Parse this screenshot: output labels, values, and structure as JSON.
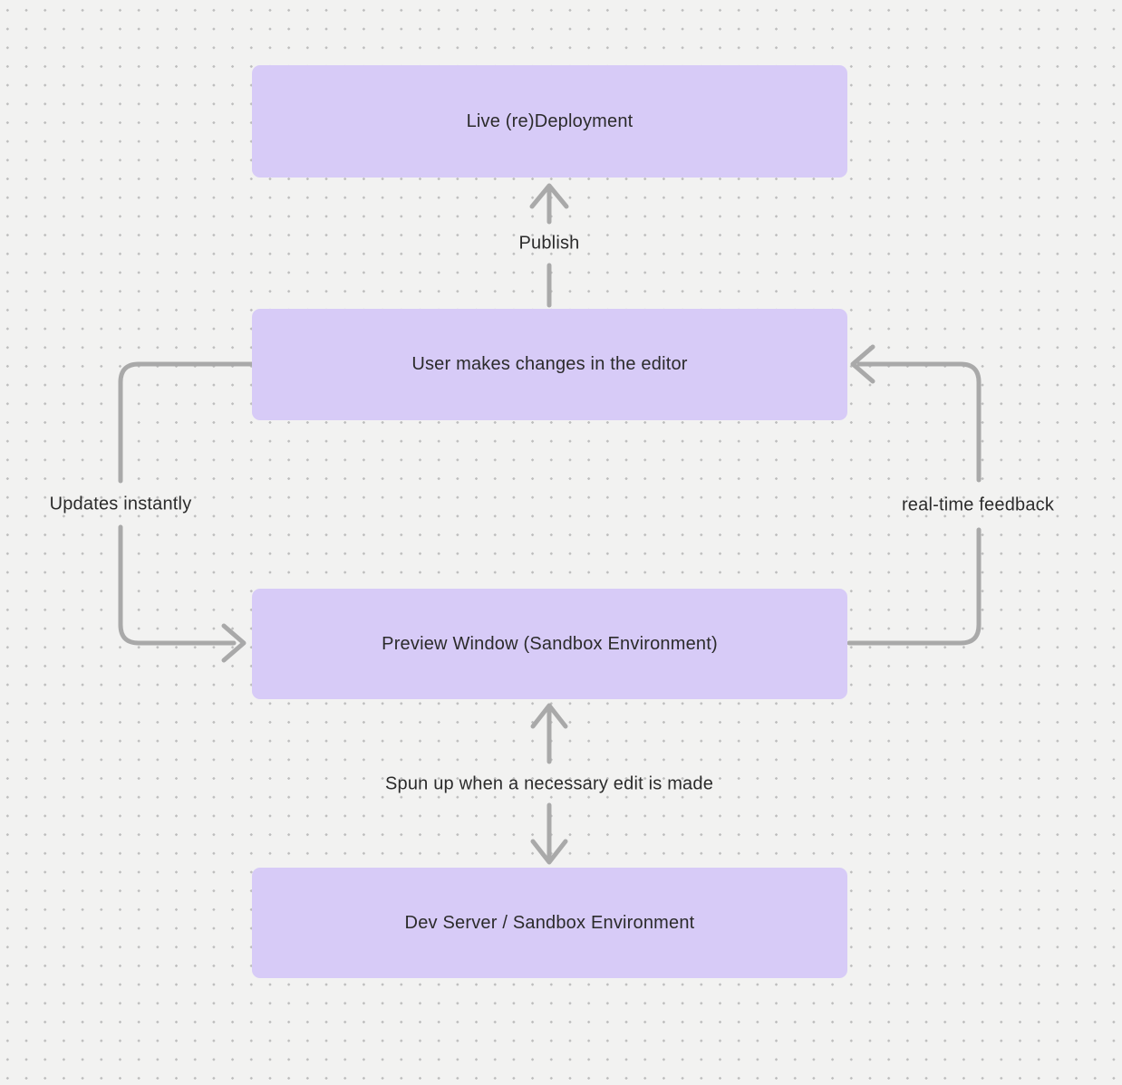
{
  "canvas": {
    "background_color": "#f2f2f1",
    "dot_color": "#bdbdbd"
  },
  "diagram": {
    "colors": {
      "node_fill": "#d7cbf7",
      "node_text": "#2b2b2b",
      "arrow": "#a9a9a9",
      "label_text": "#2b2b2b"
    },
    "nodes": [
      {
        "id": "live-redeployment",
        "label": "Live (re)Deployment"
      },
      {
        "id": "user-editor",
        "label": "User makes changes in the editor"
      },
      {
        "id": "preview-window",
        "label": "Preview Window (Sandbox Environment)"
      },
      {
        "id": "dev-server",
        "label": "Dev Server / Sandbox Environment"
      }
    ],
    "edges": [
      {
        "id": "publish",
        "label": "Publish",
        "from": "user-editor",
        "to": "live-redeployment",
        "direction": "up"
      },
      {
        "id": "updates-instantly",
        "label": "Updates instantly",
        "from": "user-editor",
        "to": "preview-window",
        "direction": "left-loop"
      },
      {
        "id": "real-time-feedback",
        "label": "real-time feedback",
        "from": "preview-window",
        "to": "user-editor",
        "direction": "right-loop"
      },
      {
        "id": "spun-up",
        "label": "Spun up when a necessary edit is made",
        "from": "dev-server",
        "to": "preview-window",
        "direction": "bidirectional"
      }
    ]
  }
}
